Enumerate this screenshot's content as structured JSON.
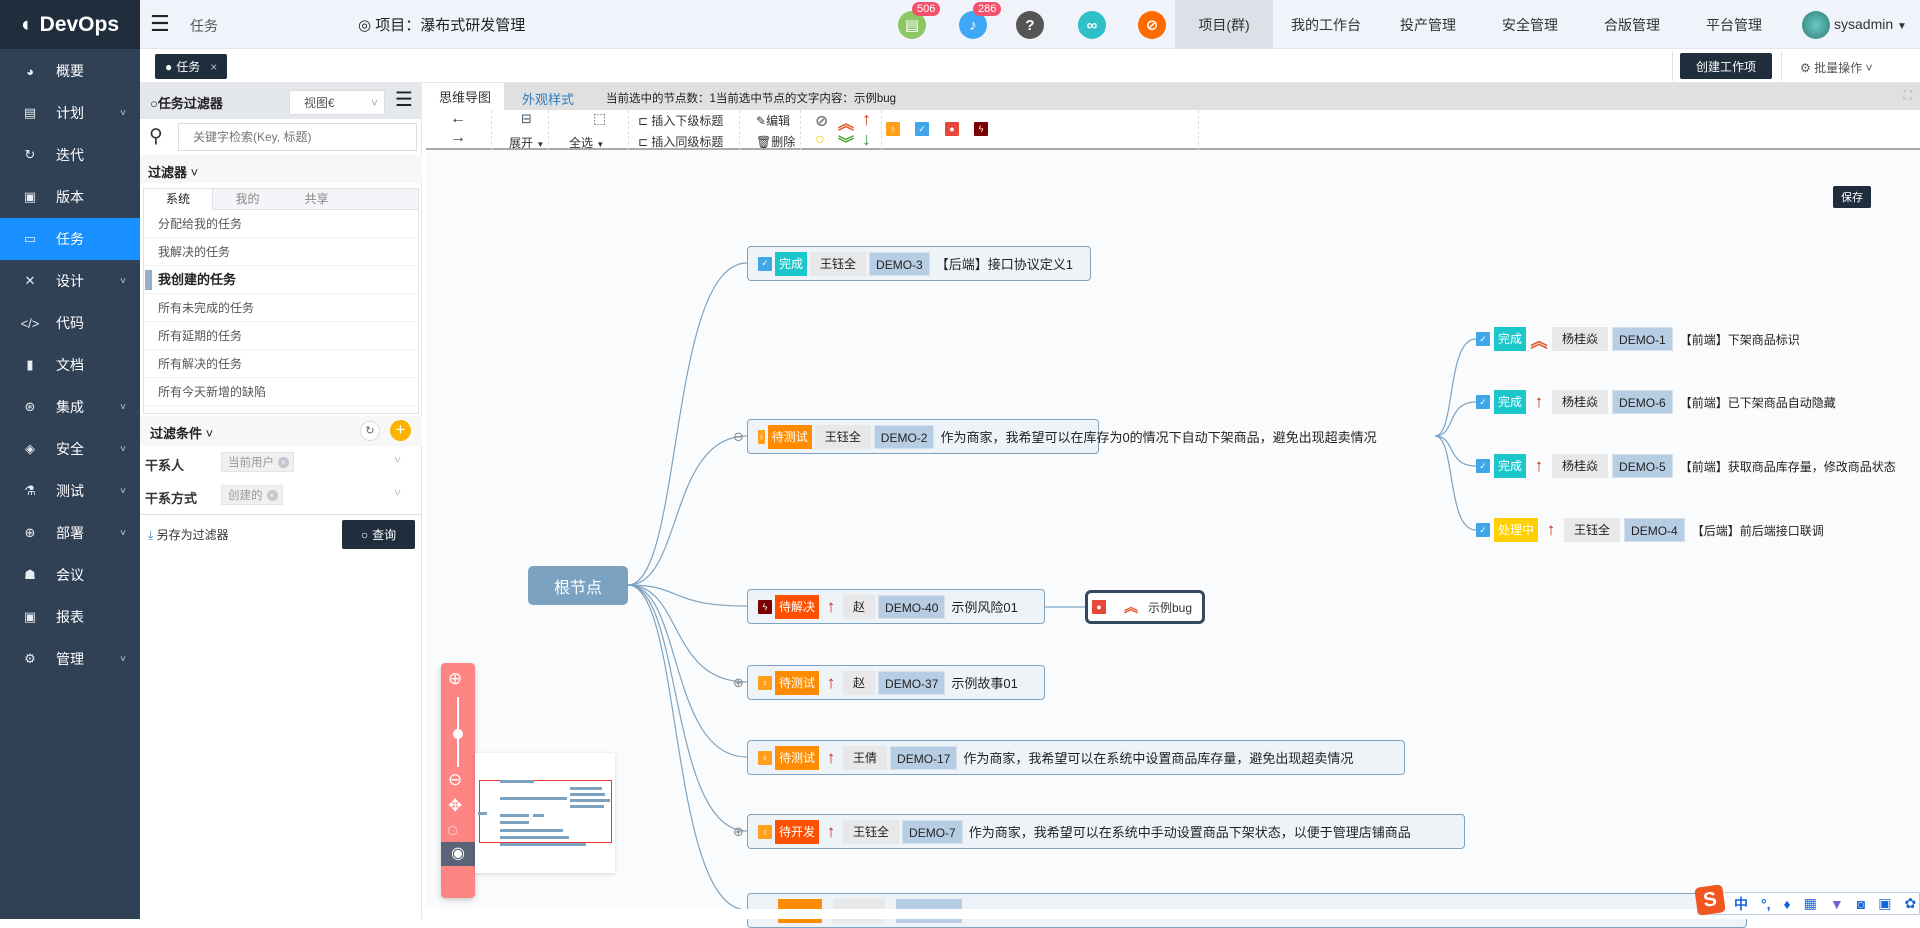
{
  "app": {
    "logo": "DevOps"
  },
  "sidebar": {
    "items": [
      {
        "label": "概要",
        "icon": "dashboard-icon",
        "glyph": "◕",
        "chev": false
      },
      {
        "label": "计划",
        "icon": "plan-icon",
        "glyph": "▤",
        "chev": true
      },
      {
        "label": "迭代",
        "icon": "iteration-icon",
        "glyph": "↻",
        "chev": false
      },
      {
        "label": "版本",
        "icon": "version-icon",
        "glyph": "▣",
        "chev": false
      },
      {
        "label": "任务",
        "icon": "task-folder-icon",
        "glyph": "▭",
        "chev": false,
        "active": true
      },
      {
        "label": "设计",
        "icon": "design-icon",
        "glyph": "✕",
        "chev": true
      },
      {
        "label": "代码",
        "icon": "code-icon",
        "glyph": "</>",
        "chev": false
      },
      {
        "label": "文档",
        "icon": "document-icon",
        "glyph": "▮",
        "chev": false
      },
      {
        "label": "集成",
        "icon": "integration-icon",
        "glyph": "⊛",
        "chev": true
      },
      {
        "label": "安全",
        "icon": "shield-icon",
        "glyph": "◈",
        "chev": true
      },
      {
        "label": "测试",
        "icon": "flask-icon",
        "glyph": "⚗",
        "chev": true
      },
      {
        "label": "部署",
        "icon": "crosshair-icon",
        "glyph": "⊕",
        "chev": true
      },
      {
        "label": "会议",
        "icon": "meeting-icon",
        "glyph": "☗",
        "chev": false
      },
      {
        "label": "报表",
        "icon": "report-icon",
        "glyph": "▣",
        "chev": false
      },
      {
        "label": "管理",
        "icon": "gear-icon",
        "glyph": "⚙",
        "chev": true
      }
    ]
  },
  "header": {
    "breadcrumb": "任务",
    "project": "项目：瀑布式研发管理",
    "icons": [
      {
        "name": "document-notice-icon",
        "color": "#8cc665",
        "badge": "506",
        "glyph": "▤"
      },
      {
        "name": "bell-icon",
        "color": "#3ea7f6",
        "badge": "286",
        "glyph": "♪"
      },
      {
        "name": "help-icon",
        "color": "#555",
        "glyph": "?"
      },
      {
        "name": "link-icon",
        "color": "#2ebfc7",
        "glyph": "∞"
      },
      {
        "name": "block-icon",
        "color": "#ff6a00",
        "glyph": "⊘"
      }
    ],
    "nav": [
      "项目(群)",
      "我的工作台",
      "投产管理",
      "安全管理",
      "合版管理",
      "平台管理"
    ],
    "user": "sysadmin"
  },
  "tabbar": {
    "tab": "任务",
    "close": "×",
    "create": "创建工作项",
    "batch": "批量操作"
  },
  "filter": {
    "title": "任务过滤器",
    "view": "视图",
    "search_placeholder": "关键字检索(Key, 标题)",
    "section": "过滤器",
    "tabs": [
      "系统",
      "我的",
      "共享"
    ],
    "items": [
      "分配给我的任务",
      "我解决的任务",
      "我创建的任务",
      "所有未完成的任务",
      "所有延期的任务",
      "所有解决的任务",
      "所有今天新增的缺陷"
    ],
    "cond_title": "过滤条件",
    "conds": [
      {
        "label": "干系人",
        "value": "当前用户"
      },
      {
        "label": "干系方式",
        "value": "创建的"
      }
    ],
    "save_as": "另存为过滤器",
    "query": "查询"
  },
  "mindmap": {
    "tabs": [
      "思维导图",
      "外观样式"
    ],
    "status": "当前选中的节点数：1当前选中节点的文字内容：示例bug",
    "toolbar": {
      "expand": "展开",
      "select_all": "全选",
      "insert_child": "插入下级标题",
      "insert_sibling": "插入同级标题",
      "edit": "编辑",
      "delete": "删除"
    },
    "save": "保存",
    "root": "根节点",
    "nodes": [
      {
        "type": "task",
        "status": "完成",
        "status_color": "#1cc7cc",
        "priority": "",
        "assignee": "王钰全",
        "key": "DEMO-3",
        "title": "【后端】接口协议定义1"
      },
      {
        "type": "story",
        "status": "待测试",
        "status_color": "#ff8c00",
        "priority": "",
        "assignee": "王钰全",
        "key": "DEMO-2",
        "title": "作为商家，我希望可以在库存为0的情况下自动下架商品，避免出现超卖情况"
      },
      {
        "type": "risk",
        "status": "待解决",
        "status_color": "#ff5000",
        "priority": "high",
        "assignee": "赵",
        "key": "DEMO-40",
        "title": "示例风险01"
      },
      {
        "type": "story",
        "status": "待测试",
        "status_color": "#ff8c00",
        "priority": "high",
        "assignee": "赵",
        "key": "DEMO-37",
        "title": "示例故事01"
      },
      {
        "type": "story",
        "status": "待测试",
        "status_color": "#ff8c00",
        "priority": "high",
        "assignee": "王倩",
        "key": "DEMO-17",
        "title": "作为商家，我希望可以在系统中设置商品库存量，避免出现超卖情况"
      },
      {
        "type": "story",
        "status": "待开发",
        "status_color": "#ff5000",
        "priority": "high",
        "assignee": "王钰全",
        "key": "DEMO-7",
        "title": "作为商家，我希望可以在系统中手动设置商品下架状态，以便于管理店铺商品"
      }
    ],
    "children": [
      {
        "type": "task",
        "status": "完成",
        "status_color": "#1cc7cc",
        "priority": "highest",
        "assignee": "杨桂焱",
        "key": "DEMO-1",
        "title": "【前端】下架商品标识"
      },
      {
        "type": "task",
        "status": "完成",
        "status_color": "#1cc7cc",
        "priority": "high",
        "assignee": "杨桂焱",
        "key": "DEMO-6",
        "title": "【前端】已下架商品自动隐藏"
      },
      {
        "type": "task",
        "status": "完成",
        "status_color": "#1cc7cc",
        "priority": "high",
        "assignee": "杨桂焱",
        "key": "DEMO-5",
        "title": "【前端】获取商品库存量，修改商品状态"
      },
      {
        "type": "task",
        "status": "处理中",
        "status_color": "#ffd000",
        "priority": "high",
        "assignee": "王钰全",
        "key": "DEMO-4",
        "title": "【后端】前后端接口联调"
      }
    ],
    "bug": {
      "title": "示例bug",
      "priority": "highest"
    }
  },
  "ime": [
    "中",
    "°,"
  ]
}
